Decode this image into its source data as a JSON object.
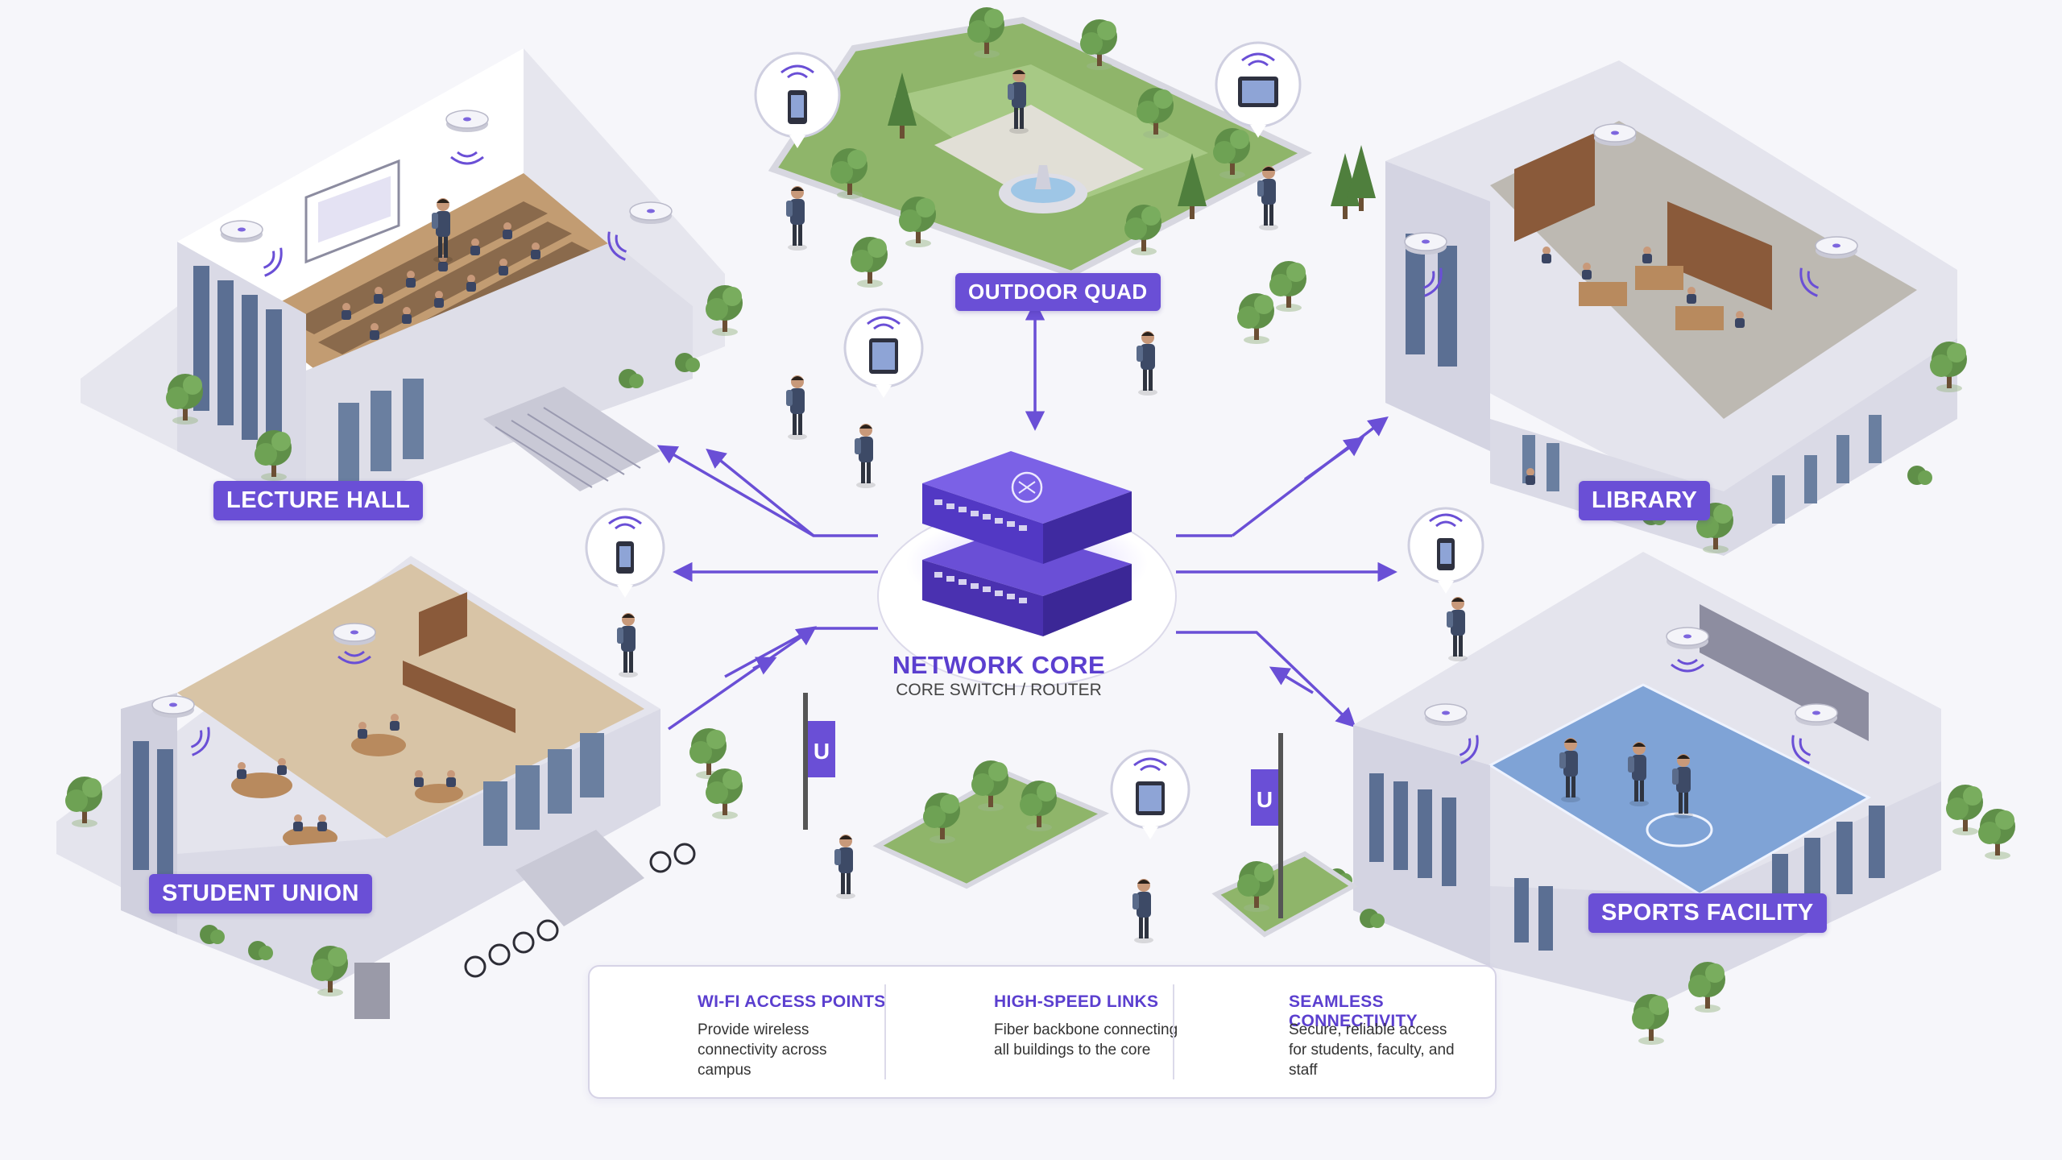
{
  "buildings": {
    "lecture_hall": "LECTURE HALL",
    "outdoor_quad": "OUTDOOR QUAD",
    "library": "LIBRARY",
    "student_union": "STUDENT UNION",
    "sports_facility": "SPORTS FACILITY"
  },
  "core": {
    "title": "NETWORK CORE",
    "subtitle": "CORE SWITCH / ROUTER"
  },
  "banner_letter": "U",
  "legend": [
    {
      "icon": "access-point-icon",
      "title": "WI-FI ACCESS POINTS",
      "desc": "Provide wireless connectivity across campus"
    },
    {
      "icon": "double-arrow-icon",
      "title": "HIGH-SPEED LINKS",
      "desc": "Fiber backbone connecting all buildings to the core"
    },
    {
      "icon": "people-icon",
      "title": "SEAMLESS CONNECTIVITY",
      "desc": "Secure, reliable access for students, faculty, and staff"
    }
  ],
  "colors": {
    "accent": "#6a4fd6",
    "accent_dark": "#4a31b0",
    "wall": "#e9e9f1",
    "floor_wood": "#c8a880",
    "grass": "#8fb56a",
    "court": "#7fa3d6"
  }
}
